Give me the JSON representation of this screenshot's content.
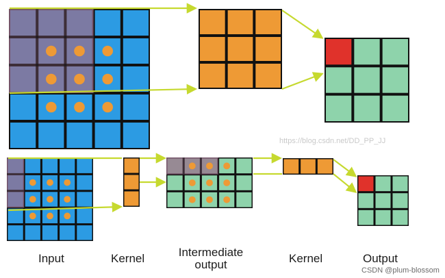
{
  "labels": {
    "input": "Input",
    "kernel_left": "Kernel",
    "intermediate_line1": "Intermediate",
    "intermediate_line2": "output",
    "kernel_right": "Kernel",
    "output": "Output"
  },
  "watermark": "https://blog.csdn.net/DD_PP_JJ",
  "credit": "CSDN @plum-blossom",
  "colors": {
    "blue": "#2c9be3",
    "orange": "#ee9a35",
    "green": "#8ed3ab",
    "red": "#e0322b",
    "dot": "#ee9a35",
    "highlight": "#9b6d8a",
    "grid_line": "#111111",
    "arrow": "#c6d92f"
  },
  "top_row": {
    "input_grid": {
      "rows": 5,
      "cols": 5,
      "highlight_rows": 3,
      "highlight_cols": 3
    },
    "intermediate_grid": {
      "rows": 3,
      "cols": 3
    },
    "output_grid": {
      "rows": 3,
      "cols": 3,
      "red_cell": [
        0,
        0
      ]
    }
  },
  "bottom_row": {
    "input_grid": {
      "rows": 5,
      "cols": 5,
      "highlight_rows": 3,
      "highlight_cols": 1
    },
    "kernel_vertical": {
      "rows": 3,
      "cols": 1
    },
    "intermediate_grid": {
      "rows": 3,
      "cols": 5,
      "highlight_cols": 3
    },
    "kernel_horizontal": {
      "rows": 1,
      "cols": 3
    },
    "output_grid": {
      "rows": 3,
      "cols": 3,
      "red_cell": [
        0,
        0
      ]
    }
  }
}
